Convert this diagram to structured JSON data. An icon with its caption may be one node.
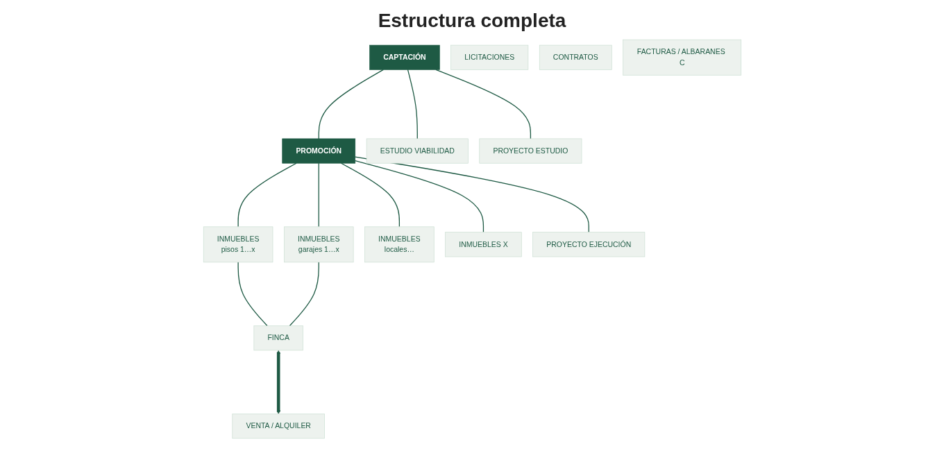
{
  "diagram": {
    "title": "Estructura completa",
    "nodes": [
      {
        "text": [
          "CAPTACIÓN"
        ]
      },
      {
        "text": [
          "ESTUDIO VIABILIDAD"
        ]
      },
      {
        "text": [
          "PROYECTO ESTUDIO"
        ]
      },
      {
        "text": [
          "PROMOCIÓN"
        ]
      },
      {
        "text": [
          "PROYECTO EJECUCIÓN"
        ]
      },
      {
        "text": [
          "LICITACIONES"
        ]
      },
      {
        "text": [
          "CONTRATOS"
        ]
      },
      {
        "text": [
          "FACTURAS / ALBARANES C"
        ]
      },
      {
        "text": [
          "INMUEBLES",
          "pisos 1…x"
        ]
      },
      {
        "text": [
          "INMUEBLES",
          "garajes 1…x"
        ]
      },
      {
        "text": [
          "INMUEBLES",
          "locales…"
        ]
      },
      {
        "text": [
          "INMUEBLES X"
        ]
      },
      {
        "text": [
          "FINCA"
        ]
      },
      {
        "text": [
          "VENTA / ALQUILER"
        ]
      }
    ],
    "edges": [
      {
        "from": 0,
        "to": 1,
        "arrow": "none"
      },
      {
        "from": 0,
        "to": 2,
        "arrow": "none"
      },
      {
        "from": 0,
        "to": 3,
        "arrow": "none"
      },
      {
        "from": 3,
        "to": 4,
        "arrow": "none"
      },
      {
        "from": 3,
        "to": 8,
        "arrow": "none"
      },
      {
        "from": 3,
        "to": 9,
        "arrow": "none"
      },
      {
        "from": 3,
        "to": 10,
        "arrow": "none"
      },
      {
        "from": 3,
        "to": 11,
        "arrow": "none"
      },
      {
        "from": 8,
        "to": 12,
        "arrow": "none"
      },
      {
        "from": 9,
        "to": 12,
        "arrow": "none"
      },
      {
        "from": 12,
        "to": 13,
        "arrow": "both",
        "style": "thick"
      }
    ]
  }
}
